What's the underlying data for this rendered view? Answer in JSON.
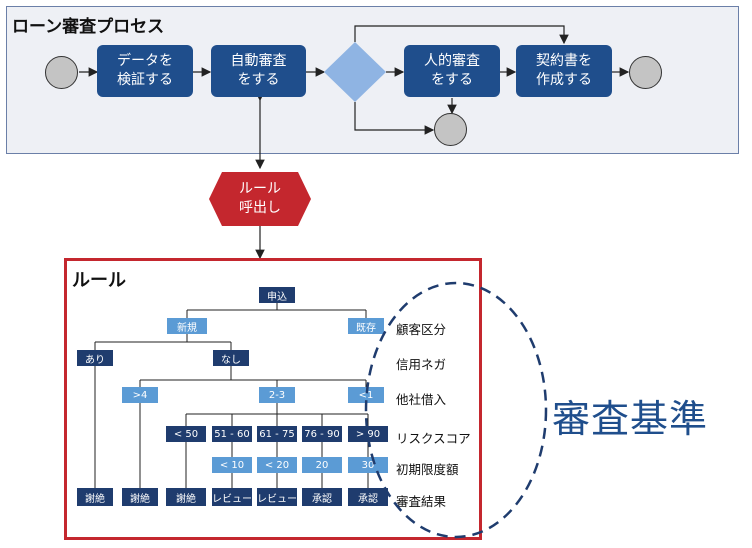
{
  "process": {
    "title": "ローン審査プロセス",
    "steps": [
      {
        "label": "データを\n検証する"
      },
      {
        "label": "自動審査\nをする"
      },
      {
        "label": "人的審査\nをする"
      },
      {
        "label": "契約書を\n作成する"
      }
    ]
  },
  "rule_call": {
    "label": "ルール\n呼出し"
  },
  "rules": {
    "title": "ルール",
    "nodes": {
      "root": "申込",
      "new": "新規",
      "existing": "既存",
      "yes": "あり",
      "no": "なし",
      "gt4": ">4",
      "r23": "2-3",
      "lt1": "<1",
      "s1": "< 50",
      "s2": "51 - 60",
      "s3": "61 - 75",
      "s4": "76 - 90",
      "s5": "> 90",
      "l2": "< 10",
      "l3": "< 20",
      "l4": "20",
      "l5": "30",
      "r0": "謝絶",
      "r1": "謝絶",
      "r2": "謝絶",
      "r3": "レビュー",
      "r4": "レビュー",
      "r5": "承認",
      "r6": "承認"
    },
    "row_labels": [
      "顧客区分",
      "信用ネガ",
      "他社借入",
      "リスクスコア",
      "初期限度額",
      "審査結果"
    ]
  },
  "criteria": {
    "label": "審査基準"
  },
  "colors": {
    "step": "#1f4e8c",
    "dark_node": "#1f3c6e",
    "light_node": "#5b9bd5",
    "decision": "#8fb4e3",
    "rule_call": "#c4272e"
  }
}
